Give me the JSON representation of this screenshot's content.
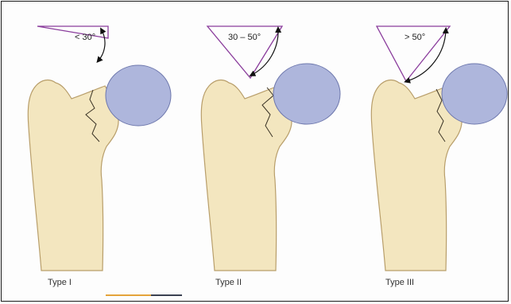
{
  "colors": {
    "bone_fill": "#f3e6bf",
    "bone_stroke": "#b89e6a",
    "head_fill": "#aeb6dc",
    "head_stroke": "#6e78ad",
    "triangle_stroke": "#8a3c9c",
    "arrow_stroke": "#111111",
    "fracture_line": "#3a3325",
    "scale_orange": "#e4a43b",
    "scale_dark": "#3b4152"
  },
  "panels": [
    {
      "angle_label": "< 30°",
      "type_label": "Type I"
    },
    {
      "angle_label": "30 – 50°",
      "type_label": "Type II"
    },
    {
      "angle_label": "> 50°",
      "type_label": "Type III"
    }
  ]
}
